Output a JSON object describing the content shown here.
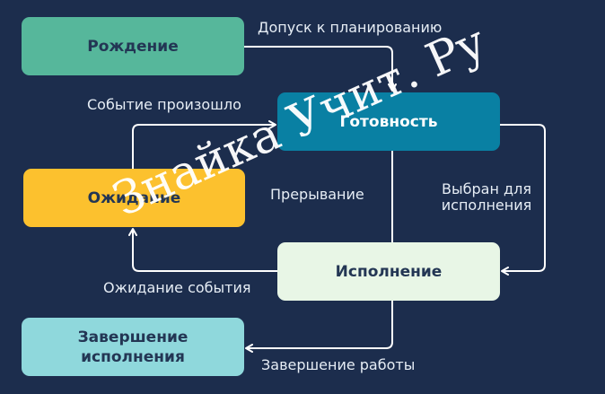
{
  "states": {
    "birth": "Рождение",
    "ready": "Готовность",
    "waiting": "Ожидание",
    "running": "Исполнение",
    "completion": "Завершение исполнения"
  },
  "transitions": {
    "admit": "Допуск к планированию",
    "event_occurred": "Событие произошло",
    "interrupt": "Прерывание",
    "selected": "Выбран для исполнения",
    "wait_event": "Ожидание события",
    "finish": "Завершение работы"
  },
  "watermark": "Знайка Учит. Ру",
  "colors": {
    "background": "#1c2d4d",
    "birth": "#56b79b",
    "ready": "#0980a3",
    "waiting": "#fcc12e",
    "running": "#e8f6e6",
    "completion": "#8fd8dc",
    "arrow": "#ffffff"
  }
}
